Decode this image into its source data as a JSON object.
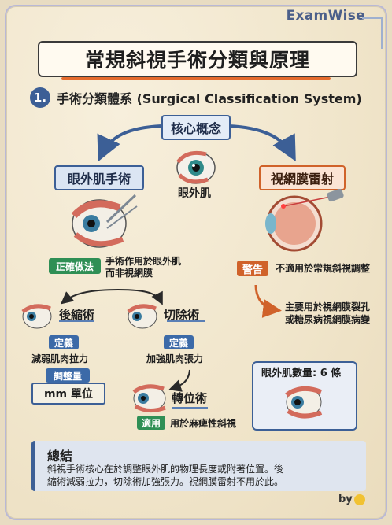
{
  "brand": "ExamWise",
  "title": "常規斜視手術分類與原理",
  "section": {
    "number": "1.",
    "heading": "手術分類體系 (Surgical Classification System)"
  },
  "core": {
    "label": "核心概念",
    "center_label": "眼外肌"
  },
  "left_branch": {
    "label": "眼外肌手術",
    "correct_tag": "正確做法",
    "correct_desc": [
      "手術作用於眼外肌",
      "而非視網膜"
    ]
  },
  "right_branch": {
    "label": "視網膜雷射",
    "warning_tag": "警告",
    "warning_desc": "不適用於常規斜視調整",
    "used_for": [
      "主要用於視網膜裂孔",
      "或糖尿病視網膜病變"
    ]
  },
  "procedures": {
    "recession": {
      "name": "後縮術",
      "tag": "定義",
      "desc": "減弱肌肉拉力",
      "adjust_label": "調整量",
      "adjust_unit": "mm 單位"
    },
    "resection": {
      "name": "切除術",
      "tag": "定義",
      "desc": "加強肌肉張力"
    },
    "transposition": {
      "name": "轉位術",
      "tag": "適用",
      "desc": "用於麻痺性斜視"
    }
  },
  "muscle_count": "眼外肌數量: 6 條",
  "summary": {
    "title": "總結",
    "lines": [
      "斜視手術核心在於調整眼外肌的物理長度或附著位置。後",
      "縮術減弱拉力，切除術加強張力。視網膜雷射不用於此。"
    ]
  },
  "signature": "by",
  "colors": {
    "primary": "#3c5f96",
    "accent": "#d0622a",
    "success": "#2f8f55",
    "paper": "#f4ead3"
  }
}
